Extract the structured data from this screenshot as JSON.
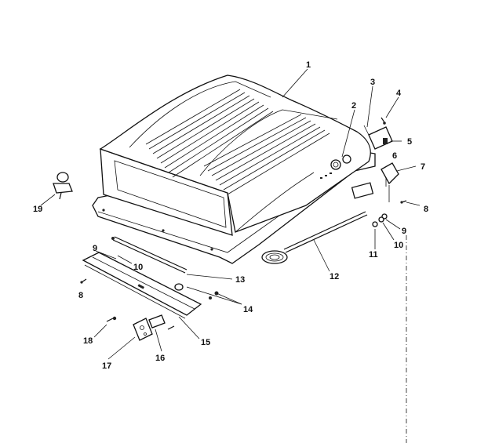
{
  "parts": [
    {
      "num": "1",
      "icon": "cover-icon"
    },
    {
      "num": "2",
      "icon": "switch-knob-icon"
    },
    {
      "num": "3",
      "icon": "bracket-icon"
    },
    {
      "num": "4",
      "icon": "screw-icon"
    },
    {
      "num": "5",
      "icon": "hinge-bracket-icon"
    },
    {
      "num": "6",
      "icon": "screw-icon"
    },
    {
      "num": "7",
      "icon": "latch-housing-icon"
    },
    {
      "num": "8",
      "icon": "screw-icon"
    },
    {
      "num": "9",
      "icon": "washer-icon"
    },
    {
      "num": "10",
      "icon": "nut-icon"
    },
    {
      "num": "11",
      "icon": "screw-icon"
    },
    {
      "num": "12",
      "icon": "cord-icon"
    },
    {
      "num": "13",
      "icon": "rod-icon"
    },
    {
      "num": "14",
      "icon": "clip-icon"
    },
    {
      "num": "15",
      "icon": "panel-strip-icon"
    },
    {
      "num": "16",
      "icon": "plate-icon"
    },
    {
      "num": "17",
      "icon": "hinge-icon"
    },
    {
      "num": "18",
      "icon": "screw-icon"
    },
    {
      "num": "19",
      "icon": "crank-handle-icon"
    }
  ],
  "colors": {
    "ink": "#111111",
    "paper": "#ffffff"
  }
}
